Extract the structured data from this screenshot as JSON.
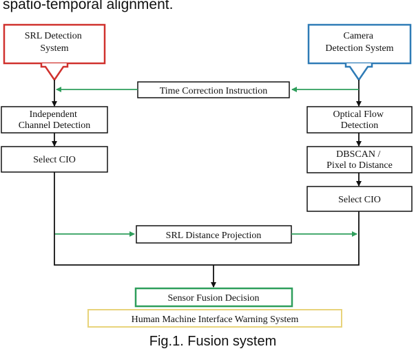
{
  "header_text": "spatio-temporal alignment.",
  "caption": "Fig.1. Fusion system",
  "colors": {
    "red": "#d0312d",
    "blue": "#2e7bb6",
    "green": "#2e9e5b",
    "gold": "#e8d37a",
    "black": "#111111"
  },
  "boxes": {
    "srl_detection": [
      "SRL Detection",
      "System"
    ],
    "camera_detection": [
      "Camera",
      "Detection System"
    ],
    "time_correction": [
      "Time Correction Instruction"
    ],
    "independent_channel": [
      "Independent",
      "Channel Detection"
    ],
    "optical_flow": [
      "Optical Flow",
      "Detection"
    ],
    "select_cio_left": [
      "Select CIO"
    ],
    "dbscan": [
      "DBSCAN /",
      "Pixel to Distance"
    ],
    "select_cio_right": [
      "Select CIO"
    ],
    "srl_projection": [
      "SRL Distance Projection"
    ],
    "sensor_fusion": [
      "Sensor Fusion Decision"
    ],
    "hmi_warning": [
      "Human Machine Interface Warning System"
    ]
  }
}
